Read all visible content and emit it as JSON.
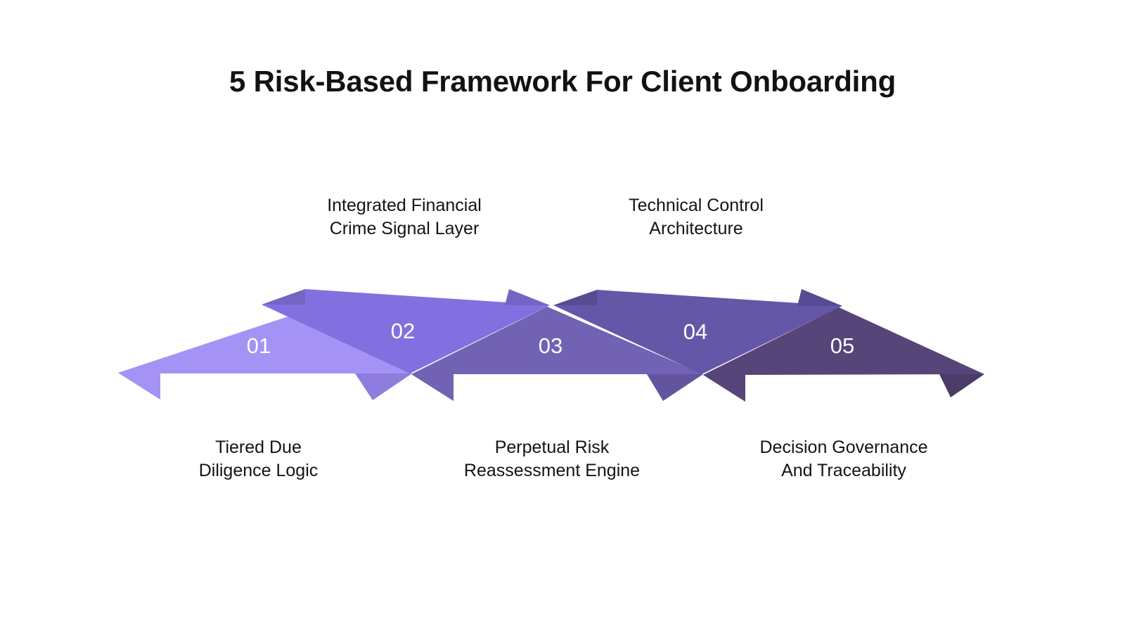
{
  "page": {
    "title": "5 Risk-Based Framework For Client Onboarding",
    "background_color": "#ffffff",
    "title_color": "#121212"
  },
  "diagram": {
    "type": "zigzag-arrow-process",
    "direction": "left-to-right",
    "step_count": 5,
    "steps": [
      {
        "number": "01",
        "caption_line1": "Tiered Due",
        "caption_line2": "Diligence Logic",
        "caption": "Tiered Due\nDiligence Logic",
        "caption_position": "below",
        "color": "#a493f5",
        "fold_color": "#8f7ddd",
        "number_color": "#ffffff"
      },
      {
        "number": "02",
        "caption_line1": "Integrated Financial",
        "caption_line2": "Crime Signal Layer",
        "caption": "Integrated Financial\nCrime Signal Layer",
        "caption_position": "above",
        "color": "#8370e0",
        "fold_color": "#7564c4",
        "number_color": "#ffffff"
      },
      {
        "number": "03",
        "caption_line1": "Perpetual Risk",
        "caption_line2": "Reassessment Engine",
        "caption": "Perpetual Risk\nReassessment Engine",
        "caption_position": "below",
        "color": "#7162b4",
        "fold_color": "#62549f",
        "number_color": "#ffffff"
      },
      {
        "number": "04",
        "caption_line1": "Technical Control",
        "caption_line2": "Architecture",
        "caption": "Technical Control\nArchitecture",
        "caption_position": "above",
        "color": "#6557a8",
        "fold_color": "#584b93",
        "number_color": "#ffffff"
      },
      {
        "number": "05",
        "caption_line1": "Decision Governance",
        "caption_line2": "And Traceability",
        "caption": "Decision Governance\nAnd Traceability",
        "caption_position": "below",
        "color": "#554578",
        "fold_color": "#4a3b68",
        "number_color": "#ffffff"
      }
    ]
  }
}
